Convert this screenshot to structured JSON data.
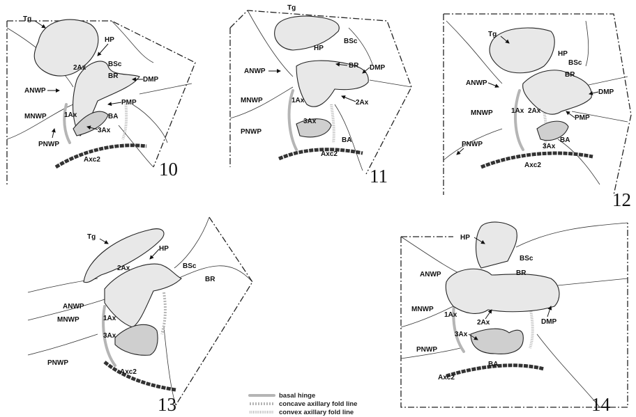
{
  "panels": [
    {
      "number": "10",
      "labels": [
        "Tg",
        "HP",
        "BSc",
        "BR",
        "DMP",
        "2Ax",
        "ANWP",
        "MNWP",
        "1Ax",
        "PMP",
        "BA",
        "3Ax",
        "PNWP",
        "Axc2"
      ]
    },
    {
      "number": "11",
      "labels": [
        "Tg",
        "BSc",
        "HP",
        "BR",
        "ANWP",
        "DMP",
        "MNWP",
        "1Ax",
        "2Ax",
        "3Ax",
        "PNWP",
        "BA",
        "Axc2"
      ]
    },
    {
      "number": "12",
      "labels": [
        "Tg",
        "HP",
        "BSc",
        "BR",
        "ANWP",
        "DMP",
        "MNWP",
        "1Ax",
        "2Ax",
        "PMP",
        "BA",
        "3Ax",
        "PNWP",
        "Axc2"
      ]
    },
    {
      "number": "13",
      "labels": [
        "Tg",
        "HP",
        "2Ax",
        "BSc",
        "BR",
        "ANWP",
        "MNWP",
        "1Ax",
        "3Ax",
        "PNWP",
        "Axc2"
      ]
    },
    {
      "number": "14",
      "labels": [
        "HP",
        "BSc",
        "ANWP",
        "BR",
        "MNWP",
        "1Ax",
        "2Ax",
        "DMP",
        "3Ax",
        "PNWP",
        "BA",
        "Axc2"
      ]
    }
  ],
  "legend": {
    "basal_hinge": "basal hinge",
    "concave": "concave axillary fold line",
    "convex": "convex axillary fold line"
  },
  "colors": {
    "ink": "#111111",
    "fold_line": "#b5b5b5",
    "sclerite_fill": "#e8e8e8"
  }
}
